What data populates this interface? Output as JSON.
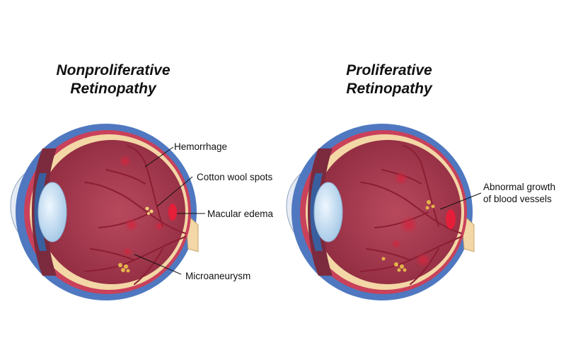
{
  "left_panel": {
    "title_line1": "Nonproliferative",
    "title_line2": "Retinopathy",
    "labels": {
      "hemorrhage": "Hemorrhage",
      "cotton_wool": "Cotton wool spots",
      "macular_edema": "Macular edema",
      "microaneurysm": "Microaneurysm"
    }
  },
  "right_panel": {
    "title_line1": "Proliferative",
    "title_line2": "Retinopathy",
    "labels": {
      "abnormal_line1": "Abnormal growth",
      "abnormal_line2": "of blood vessels"
    }
  },
  "colors": {
    "sclera_blue": "#4f78c0",
    "choroid": "#c9415a",
    "vitreous": "#a8384d",
    "retina_yellow": "#f3d7a6",
    "lens": "#bcd9ef",
    "hemorrhage": "#c02a44",
    "exudate": "#e3b44a",
    "edema": "#e51e3a"
  }
}
